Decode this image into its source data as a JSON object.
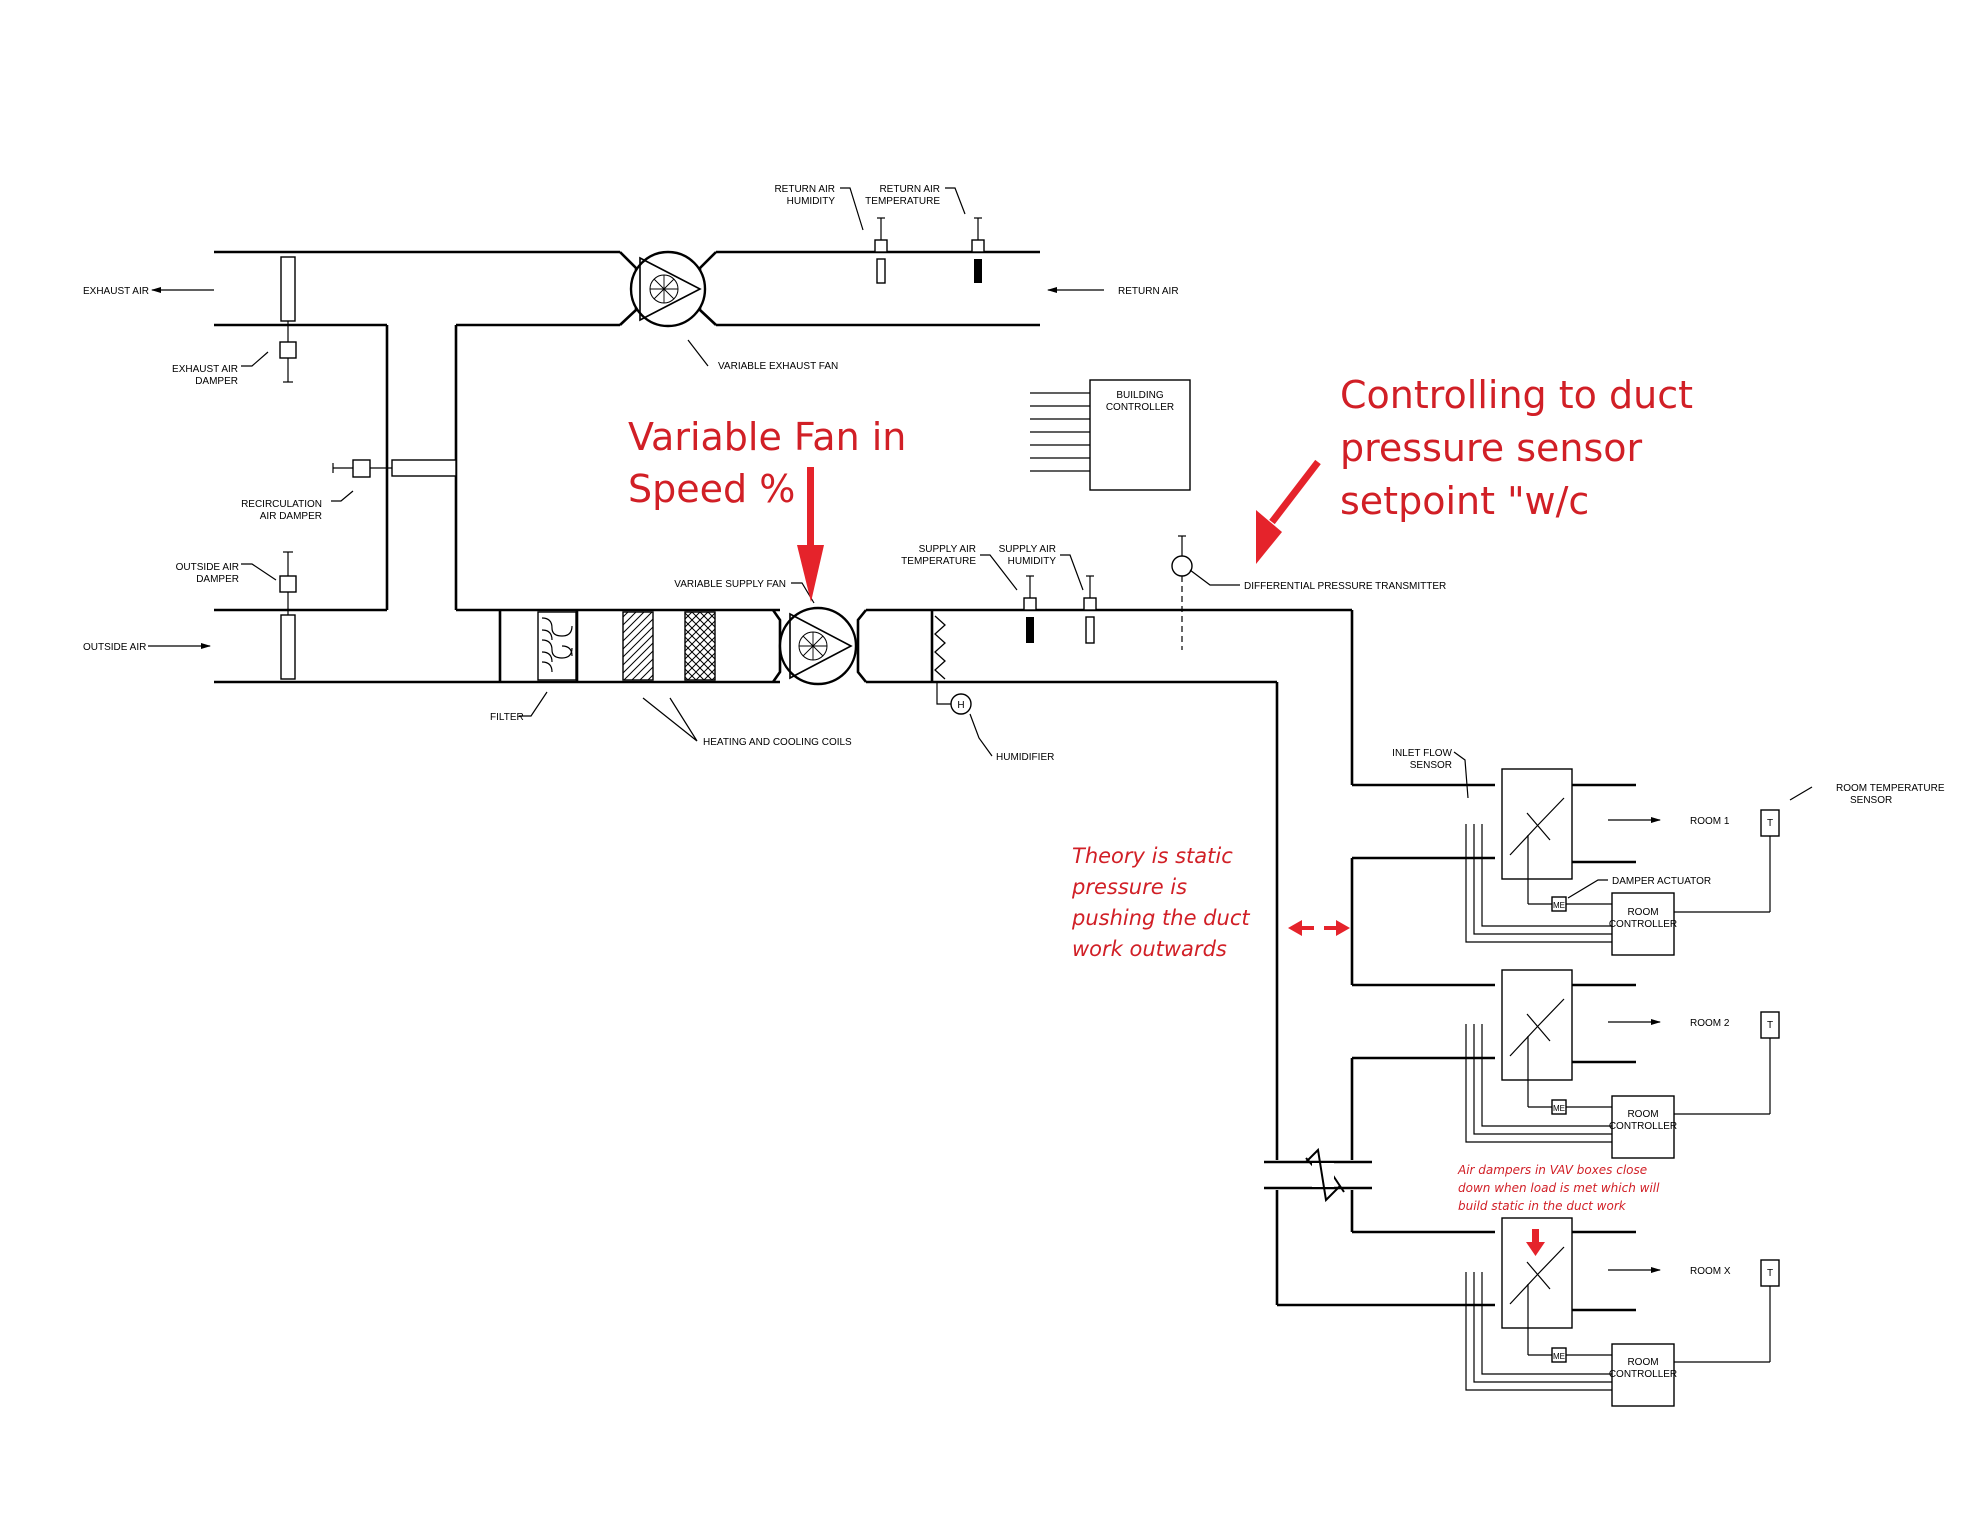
{
  "labels": {
    "exhaust_air": "EXHAUST AIR",
    "exhaust_air_damper": [
      "EXHAUST AIR",
      "DAMPER"
    ],
    "recirculation_air_damper": [
      "RECIRCULATION",
      "AIR DAMPER"
    ],
    "outside_air_damper": [
      "OUTSIDE AIR",
      "DAMPER"
    ],
    "outside_air": "OUTSIDE AIR",
    "return_air_humidity": [
      "RETURN AIR",
      "HUMIDITY"
    ],
    "return_air_temperature": [
      "RETURN AIR",
      "TEMPERATURE"
    ],
    "return_air": "RETURN AIR",
    "variable_exhaust_fan": "VARIABLE EXHAUST FAN",
    "building_controller": [
      "BUILDING",
      "CONTROLLER"
    ],
    "variable_supply_fan": "VARIABLE SUPPLY FAN",
    "supply_air_temperature": [
      "SUPPLY AIR",
      "TEMPERATURE"
    ],
    "supply_air_humidity": [
      "SUPPLY AIR",
      "HUMIDITY"
    ],
    "differential_pressure_transmitter": "DIFFERENTIAL PRESSURE TRANSMITTER",
    "filter": "FILTER",
    "heating_and_cooling_coils": "HEATING AND COOLING COILS",
    "humidifier": "HUMIDIFIER",
    "humidifier_symbol": "H",
    "inlet_flow_sensor": [
      "INLET FLOW",
      "SENSOR"
    ],
    "room_temperature_sensor": [
      "ROOM TEMPERATURE",
      "SENSOR"
    ],
    "damper_actuator": "DAMPER ACTUATOR",
    "room_controller": [
      "ROOM",
      "CONTROLLER"
    ],
    "actuator_symbol": "ME",
    "thermostat_symbol": "T",
    "rooms": [
      "ROOM 1",
      "ROOM 2",
      "ROOM X"
    ]
  },
  "annotations": {
    "variable_fan": [
      "Variable Fan in",
      "Speed %"
    ],
    "controlling": [
      "Controlling to duct",
      "pressure sensor",
      "setpoint \"w/c"
    ],
    "theory": [
      "Theory is static",
      "pressure is",
      "pushing the duct",
      "work outwards"
    ],
    "air_dampers": [
      "Air dampers in VAV boxes close",
      "down when load is met which will",
      "build static in the duct work"
    ]
  },
  "colors": {
    "annotation_red": "#d11f26",
    "arrow_red": "#e5232b",
    "line": "#000000"
  }
}
